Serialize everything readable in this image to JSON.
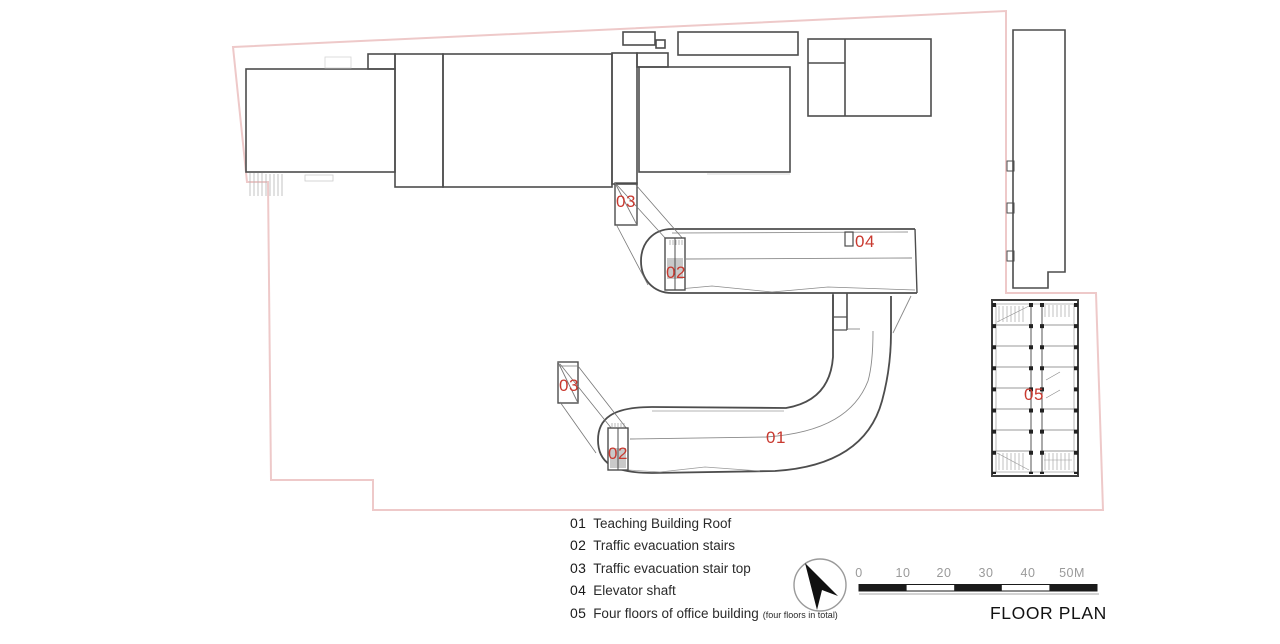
{
  "title": "FLOOR PLAN",
  "plan_labels": {
    "l01": "01",
    "l02_upper": "02",
    "l02_lower": "02",
    "l03_upper": "03",
    "l03_lower": "03",
    "l04": "04",
    "l05": "05"
  },
  "legend": {
    "items": [
      {
        "num": "01",
        "label": "Teaching Building Roof"
      },
      {
        "num": "02",
        "label": "Traffic evacuation stairs"
      },
      {
        "num": "03",
        "label": "Traffic evacuation stair top"
      },
      {
        "num": "04",
        "label": "Elevator shaft"
      },
      {
        "num": "05",
        "label": "Four floors of office building",
        "note": "(four floors in total)"
      }
    ]
  },
  "scalebar": {
    "labels": [
      "0",
      "10",
      "20",
      "30",
      "40",
      "50M"
    ]
  },
  "colors": {
    "site_boundary_pink": "#eec9c9",
    "building_outline_gray": "#4d4d4d",
    "label_red": "#c9392f",
    "scalebar_black": "#1a1a1a"
  }
}
